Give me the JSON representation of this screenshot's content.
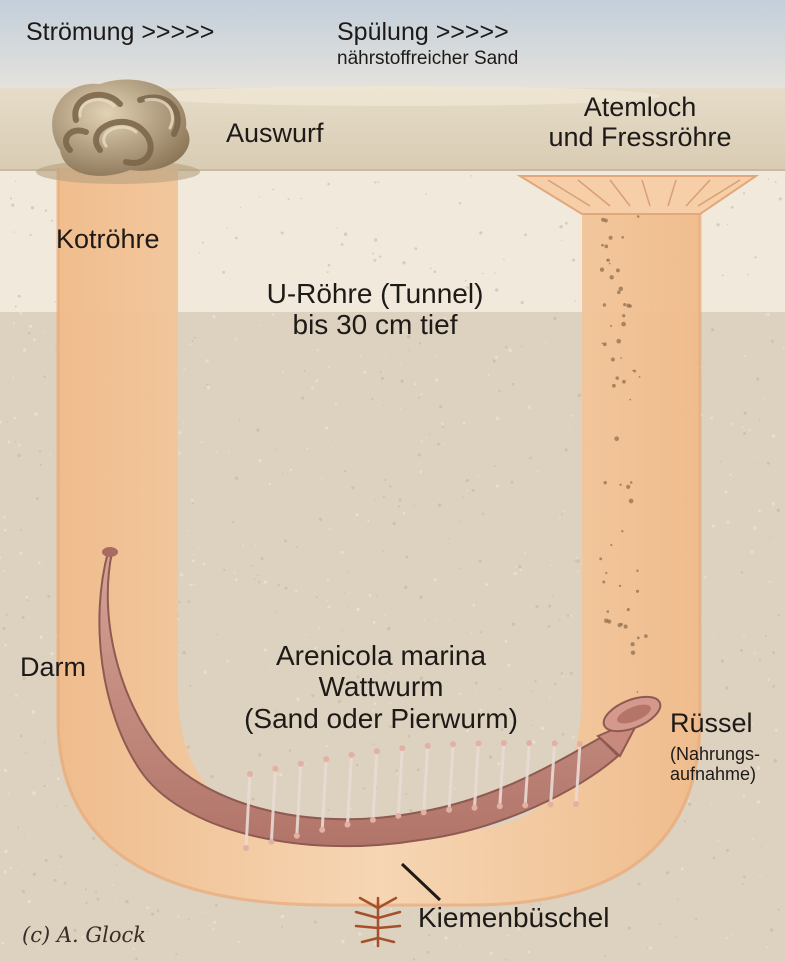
{
  "labels": {
    "stroemung": "Strömung >>>>>",
    "spuelung": "Spülung >>>>>",
    "naehrstoff": "nährstoffreicher Sand",
    "auswurf": "Auswurf",
    "atemloch_line1": "Atemloch",
    "atemloch_line2": "und Fressröhre",
    "kotroehre": "Kotröhre",
    "uroehre_line1": "U-Röhre (Tunnel)",
    "uroehre_line2": "bis 30 cm tief",
    "darm": "Darm",
    "worm_line1": "Arenicola marina",
    "worm_line2": "Wattwurm",
    "worm_line3": "(Sand oder Pierwurm)",
    "ruessel": "Rüssel",
    "nahrung_line1": "(Nahrungs-",
    "nahrung_line2": "aufnahme)",
    "kiemen": "Kiemenbüschel"
  },
  "copyright": "(c) A. Glock",
  "colors": {
    "sky": "#cdd6e0",
    "surface_sand": "#f1e8d9",
    "deep_sand": "#ddd0bd",
    "tunnel": "#f2c79d",
    "worm": "#c78f84",
    "worm_dark": "#a86b62",
    "cast": "#a8916f",
    "gill": "#a5502a"
  }
}
